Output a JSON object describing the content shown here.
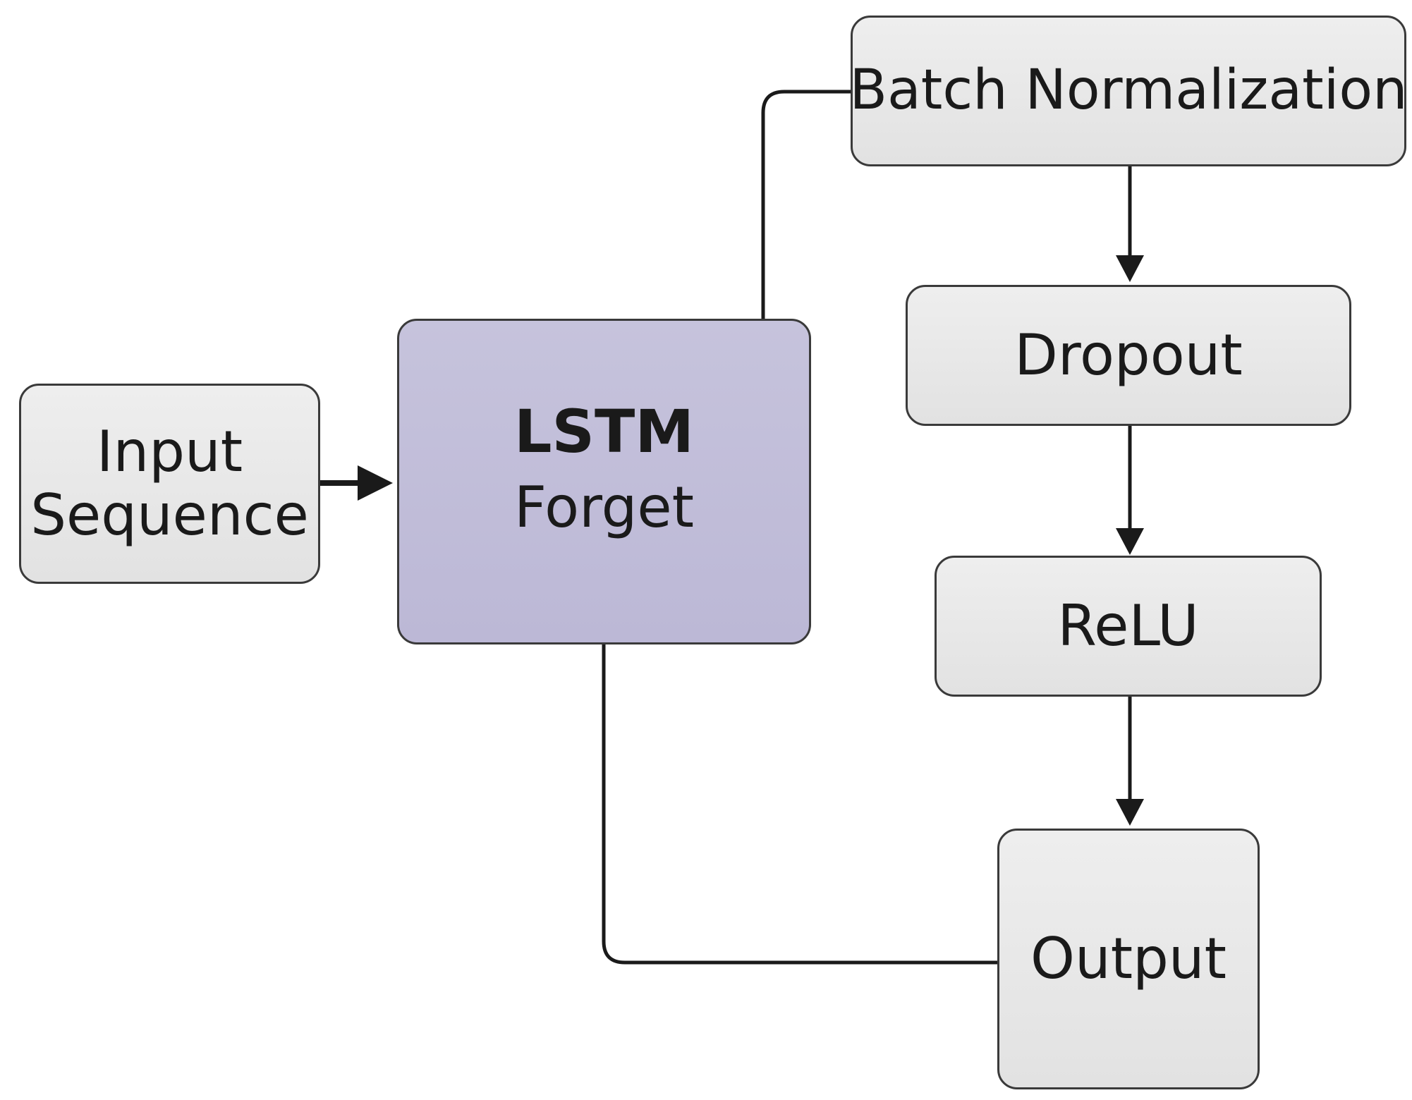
{
  "diagram": {
    "nodes": {
      "input": {
        "line1": "Input",
        "line2": "Sequence"
      },
      "lstm": {
        "line1": "LSTM",
        "line2": "Forget"
      },
      "batch_norm": {
        "label": "Batch Normalization"
      },
      "dropout": {
        "label": "Dropout"
      },
      "relu": {
        "label": "ReLU"
      },
      "output": {
        "label": "Output"
      }
    },
    "colors": {
      "node_fill": "#e8e8e8",
      "lstm_fill": "#c1bdd8",
      "stroke": "#1a1a1a"
    }
  }
}
